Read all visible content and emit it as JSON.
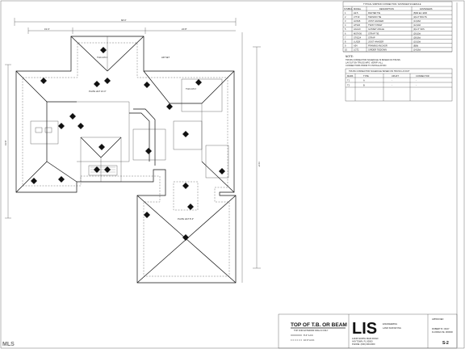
{
  "drawing": {
    "title": "TOP OF T.B. OR BEAM",
    "subtitle": "TOP FOR EXTERIOR WALLS ONLY",
    "legend": [
      "8'-0\" A.F.F.",
      "10'-0\" A.F.F."
    ]
  },
  "hanger_schedule": {
    "title": "TYPICAL SIMPSON CONNECTOR / FASTENER SCHEDULE",
    "columns": [
      "SYMBOL",
      "MODEL",
      "DESCRIPTION",
      "FASTENERS"
    ],
    "rows": [
      [
        "1",
        "H2.5",
        "RAFTER TIE",
        "(5)8d EA. END"
      ],
      [
        "2",
        "LTT19",
        "TENSION TIE",
        "(2)1/2\" BOLTS"
      ],
      [
        "3",
        "HUS26",
        "JOIST HANGER",
        "(14)16d"
      ],
      [
        "4",
        "HTS20",
        "TWIST STRAP",
        "(12)10d"
      ],
      [
        "5",
        "HGA10",
        "GUSSET ANGLE",
        "(4)1/4\" SDS"
      ],
      [
        "6",
        "MSTA36",
        "STRAP TIE",
        "(26)10d"
      ],
      [
        "7",
        "ST6224",
        "STRAP",
        "(28)16d"
      ],
      [
        "8",
        "LUS28",
        "JOIST HANGER",
        "(10)10d"
      ],
      [
        "9",
        "A34",
        "FRAMING ANCHOR",
        "(8)8d"
      ],
      [
        "10",
        "LGT2",
        "GIRDER TIEDOWN",
        "(14)16d"
      ]
    ]
  },
  "notes": {
    "heading": "NOTE:",
    "lines": [
      "TRUSS CONNECTOR SCHEDULE IS BASED ON TRUSS",
      "LAYOUT BY TRUSS MFG. VERIFY ALL",
      "CONNECTORS PRIOR TO INSTALLATION"
    ]
  },
  "truss_schedule": {
    "title": "TRUSS CONNECTOR SCHEDULE BASED ON TRUSS LAYOUT",
    "columns": [
      "MARK",
      "TYPE",
      "UPLIFT",
      "CONNECTOR"
    ],
    "rows": [
      [
        "T1",
        "A",
        "-",
        "-"
      ],
      [
        "T2",
        "B",
        "-",
        "-"
      ]
    ]
  },
  "title_block": {
    "company": "LIS",
    "tagline_1": "ENGINEERING",
    "tagline_2": "LAND SURVEYING",
    "approved": "APPROVED",
    "address_1": "12345 NORTH MAIN ROAD",
    "address_2": "ANYTOWN, FL 00000",
    "phone": "PHONE: (000) 000-0000",
    "engineer": "ROBERT B. CRAY",
    "license": "FLORIDA P.E. #00000",
    "sheet": "S-2"
  },
  "dims": {
    "overall_top": "68'-0\"",
    "top_left": "19'-4\"",
    "top_right": "24'-8\"",
    "right_side": "72'-0\"",
    "left_side": "41'-6\""
  },
  "plan_labels": {
    "girder_a": "TGD 2-PLY",
    "girder_b": "TGD 2-PLY",
    "hip_set": "HIP SET",
    "plate": "PLATE HGT 10'-0\"",
    "plate_b": "PLATE HGT 8'-0\""
  },
  "watermark": "MLS"
}
